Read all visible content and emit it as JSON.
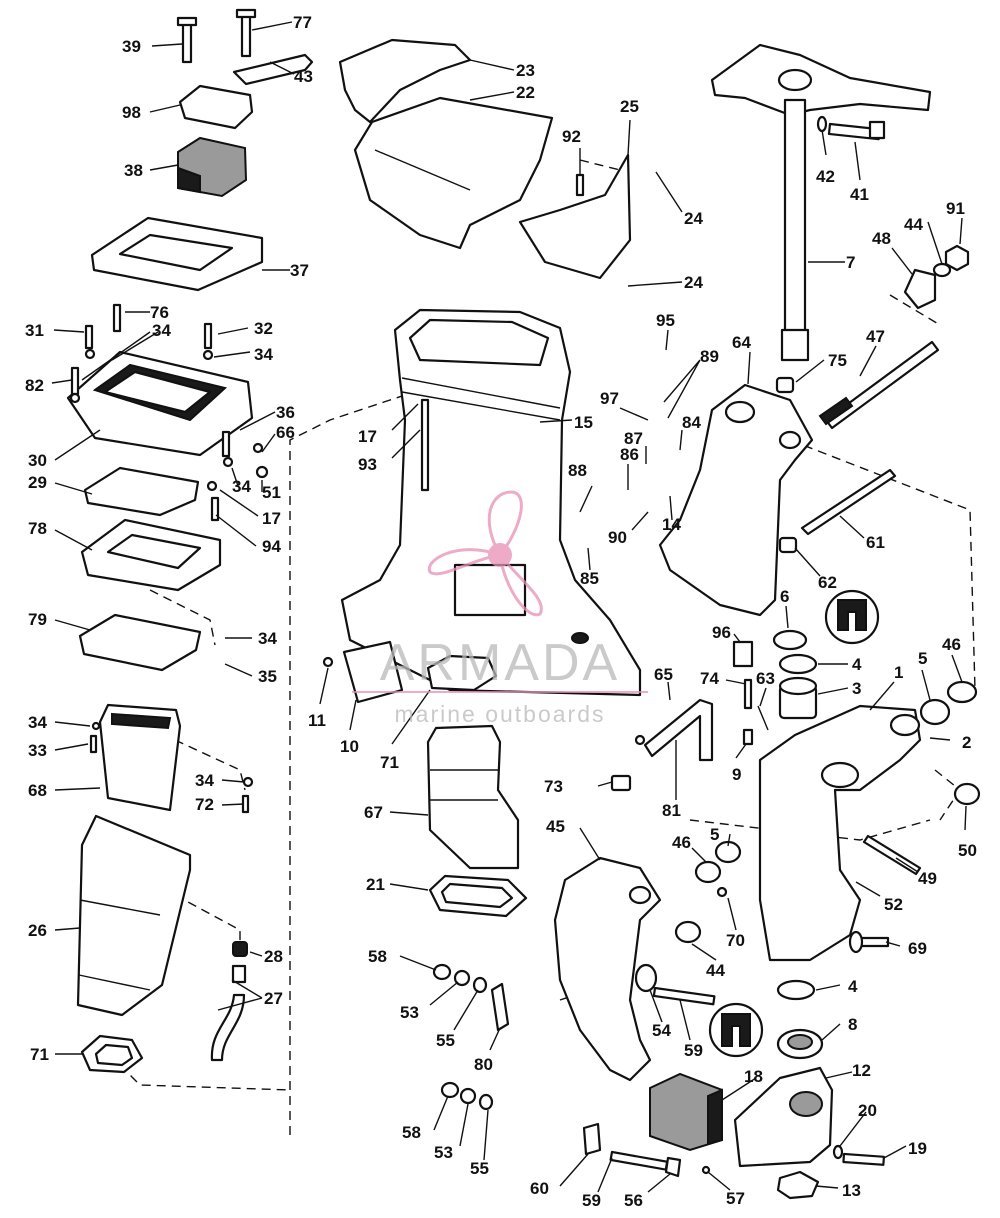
{
  "watermark": {
    "brand": "ARMADA",
    "tagline": "marine outboards",
    "logo_color": "#e78fb5"
  },
  "diagram": {
    "callouts": [
      {
        "id": "c39",
        "label": "39"
      },
      {
        "id": "c77",
        "label": "77"
      },
      {
        "id": "c43",
        "label": "43"
      },
      {
        "id": "c98",
        "label": "98"
      },
      {
        "id": "c38",
        "label": "38"
      },
      {
        "id": "c37",
        "label": "37"
      },
      {
        "id": "c76",
        "label": "76"
      },
      {
        "id": "c31",
        "label": "31"
      },
      {
        "id": "c34a",
        "label": "34"
      },
      {
        "id": "c32",
        "label": "32"
      },
      {
        "id": "c34b",
        "label": "34"
      },
      {
        "id": "c82",
        "label": "82"
      },
      {
        "id": "c36",
        "label": "36"
      },
      {
        "id": "c66",
        "label": "66"
      },
      {
        "id": "c30",
        "label": "30"
      },
      {
        "id": "c34c",
        "label": "34"
      },
      {
        "id": "c51",
        "label": "51"
      },
      {
        "id": "c29",
        "label": "29"
      },
      {
        "id": "c17a",
        "label": "17"
      },
      {
        "id": "c94",
        "label": "94"
      },
      {
        "id": "c78",
        "label": "78"
      },
      {
        "id": "c79",
        "label": "79"
      },
      {
        "id": "c34d",
        "label": "34"
      },
      {
        "id": "c35",
        "label": "35"
      },
      {
        "id": "c34e",
        "label": "34"
      },
      {
        "id": "c33",
        "label": "33"
      },
      {
        "id": "c68",
        "label": "68"
      },
      {
        "id": "c34f",
        "label": "34"
      },
      {
        "id": "c72",
        "label": "72"
      },
      {
        "id": "c26",
        "label": "26"
      },
      {
        "id": "c28",
        "label": "28"
      },
      {
        "id": "c27",
        "label": "27"
      },
      {
        "id": "c71a",
        "label": "71"
      },
      {
        "id": "c23",
        "label": "23"
      },
      {
        "id": "c22",
        "label": "22"
      },
      {
        "id": "c25",
        "label": "25"
      },
      {
        "id": "c92",
        "label": "92"
      },
      {
        "id": "c24a",
        "label": "24"
      },
      {
        "id": "c24b",
        "label": "24"
      },
      {
        "id": "c17b",
        "label": "17"
      },
      {
        "id": "c15",
        "label": "15"
      },
      {
        "id": "c93",
        "label": "93"
      },
      {
        "id": "c95",
        "label": "95"
      },
      {
        "id": "c89",
        "label": "89"
      },
      {
        "id": "c97",
        "label": "97"
      },
      {
        "id": "c87",
        "label": "87"
      },
      {
        "id": "c84",
        "label": "84"
      },
      {
        "id": "c86",
        "label": "86"
      },
      {
        "id": "c88",
        "label": "88"
      },
      {
        "id": "c90",
        "label": "90"
      },
      {
        "id": "c14",
        "label": "14"
      },
      {
        "id": "c85",
        "label": "85"
      },
      {
        "id": "c11",
        "label": "11"
      },
      {
        "id": "c10",
        "label": "10"
      },
      {
        "id": "c71b",
        "label": "71"
      },
      {
        "id": "c67",
        "label": "67"
      },
      {
        "id": "c21",
        "label": "21"
      },
      {
        "id": "c42",
        "label": "42"
      },
      {
        "id": "c41",
        "label": "41"
      },
      {
        "id": "c7",
        "label": "7"
      },
      {
        "id": "c44a",
        "label": "44"
      },
      {
        "id": "c91",
        "label": "91"
      },
      {
        "id": "c48",
        "label": "48"
      },
      {
        "id": "c47",
        "label": "47"
      },
      {
        "id": "c64",
        "label": "64"
      },
      {
        "id": "c75",
        "label": "75"
      },
      {
        "id": "c61",
        "label": "61"
      },
      {
        "id": "c62",
        "label": "62"
      },
      {
        "id": "c6",
        "label": "6"
      },
      {
        "id": "c46a",
        "label": "46"
      },
      {
        "id": "c96",
        "label": "96"
      },
      {
        "id": "c4a",
        "label": "4"
      },
      {
        "id": "c5a",
        "label": "5"
      },
      {
        "id": "c3",
        "label": "3"
      },
      {
        "id": "c1",
        "label": "1"
      },
      {
        "id": "c2",
        "label": "2"
      },
      {
        "id": "c65",
        "label": "65"
      },
      {
        "id": "c74",
        "label": "74"
      },
      {
        "id": "c63",
        "label": "63"
      },
      {
        "id": "c9",
        "label": "9"
      },
      {
        "id": "c73",
        "label": "73"
      },
      {
        "id": "c81",
        "label": "81"
      },
      {
        "id": "c50",
        "label": "50"
      },
      {
        "id": "c45",
        "label": "45"
      },
      {
        "id": "c46b",
        "label": "46"
      },
      {
        "id": "c5b",
        "label": "5"
      },
      {
        "id": "c49",
        "label": "49"
      },
      {
        "id": "c52",
        "label": "52"
      },
      {
        "id": "c70",
        "label": "70"
      },
      {
        "id": "c69",
        "label": "69"
      },
      {
        "id": "c58a",
        "label": "58"
      },
      {
        "id": "c53a",
        "label": "53"
      },
      {
        "id": "c55a",
        "label": "55"
      },
      {
        "id": "c80",
        "label": "80"
      },
      {
        "id": "c44b",
        "label": "44"
      },
      {
        "id": "c54",
        "label": "54"
      },
      {
        "id": "c59a",
        "label": "59"
      },
      {
        "id": "c4b",
        "label": "4"
      },
      {
        "id": "c8",
        "label": "8"
      },
      {
        "id": "c12",
        "label": "12"
      },
      {
        "id": "c18",
        "label": "18"
      },
      {
        "id": "c20",
        "label": "20"
      },
      {
        "id": "c19",
        "label": "19"
      },
      {
        "id": "c13",
        "label": "13"
      },
      {
        "id": "c58b",
        "label": "58"
      },
      {
        "id": "c53b",
        "label": "53"
      },
      {
        "id": "c55b",
        "label": "55"
      },
      {
        "id": "c60",
        "label": "60"
      },
      {
        "id": "c59b",
        "label": "59"
      },
      {
        "id": "c56",
        "label": "56"
      },
      {
        "id": "c57",
        "label": "57"
      }
    ]
  }
}
